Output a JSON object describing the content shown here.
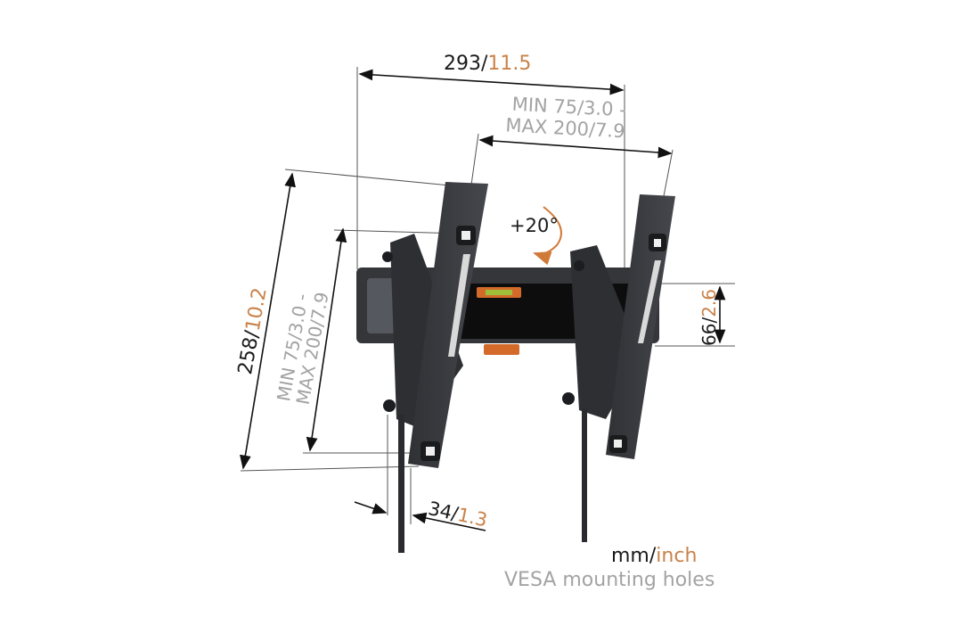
{
  "colors": {
    "dark": "#1a1a1a",
    "accent": "#c9834a",
    "grey": "#a3a3a3",
    "mount": "#3a3c40"
  },
  "dimensions": {
    "width_total": {
      "mm": "293",
      "sep": "/",
      "inch": "11.5"
    },
    "vesa_horizontal": {
      "line1_mm": "MIN 75",
      "line1_sep": "/",
      "line1_inch": "3.0 -",
      "line2_mm": "MAX 200",
      "line2_sep": "/",
      "line2_inch": "7.9"
    },
    "height_total": {
      "mm": "258",
      "sep": "/",
      "inch": "10.2"
    },
    "vesa_vertical": {
      "line1": "MIN 75/3.0 -",
      "line2": "MAX 200/7.9"
    },
    "wall_plate_height": {
      "mm": "66",
      "sep": "/",
      "inch": "2.6"
    },
    "depth": {
      "mm": "34",
      "sep": "/",
      "inch": "1.3"
    },
    "tilt": {
      "label": "+20°"
    }
  },
  "legend": {
    "mm": "mm",
    "sep": "/",
    "inch": "inch",
    "note": "VESA mounting holes"
  }
}
